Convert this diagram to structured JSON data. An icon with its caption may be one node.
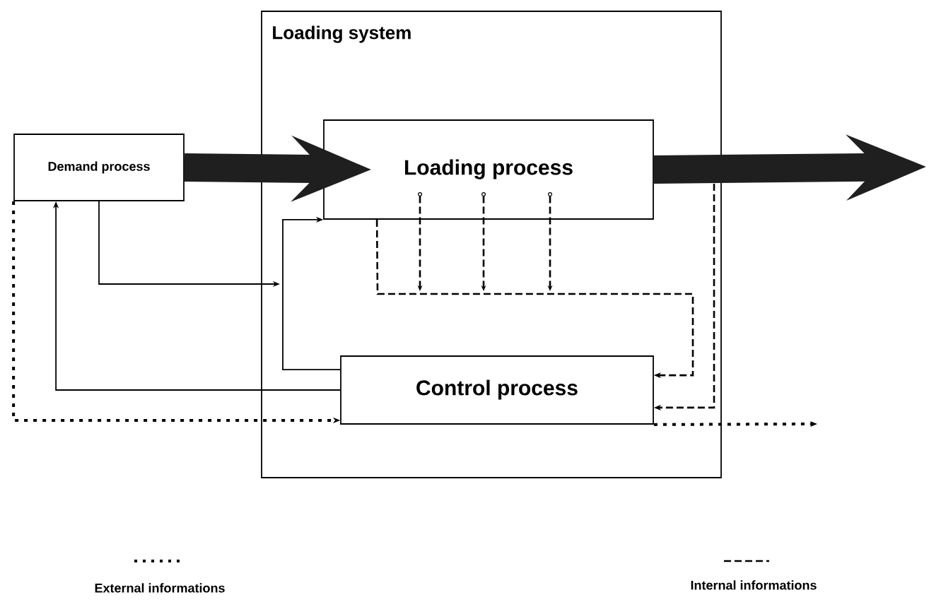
{
  "diagram": {
    "nodes": [
      {
        "text": [
          "Loading system"
        ]
      },
      {
        "text": [
          "Demand process"
        ]
      },
      {
        "text": [
          "Loading process"
        ],
        "in": 0
      },
      {
        "text": [
          "Control process"
        ],
        "in": 0
      }
    ],
    "edges": [
      {
        "from": 1,
        "to": 2,
        "arrow": "to",
        "style": "thick"
      },
      {
        "from": 2,
        "to": null,
        "arrow": "to",
        "style": "thick"
      },
      {
        "from": 3,
        "to": 2,
        "arrow": "to"
      },
      {
        "from": 1,
        "to": 2,
        "arrow": "to"
      },
      {
        "from": 3,
        "to": 1,
        "arrow": "to"
      },
      {
        "from": 1,
        "to": 3,
        "arrow": "to",
        "style": "dashed"
      },
      {
        "from": 3,
        "to": null,
        "arrow": "to",
        "style": "dashed"
      },
      {
        "from": 2,
        "to": 3,
        "arrow": "to",
        "style": "dashed"
      },
      {
        "from": 2,
        "to": 3,
        "arrow": "to",
        "style": "dashed"
      }
    ],
    "legend": [
      {
        "text": "External informations"
      },
      {
        "text": "Internal informations"
      }
    ]
  }
}
